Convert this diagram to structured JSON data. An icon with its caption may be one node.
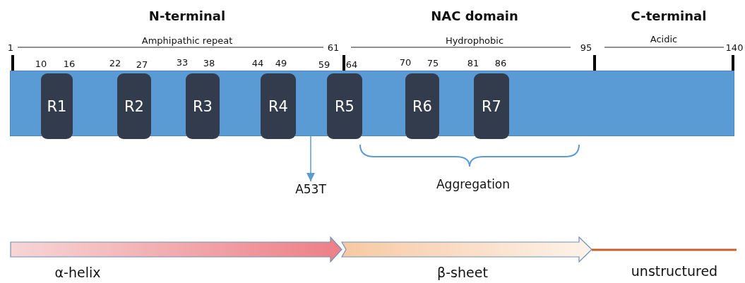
{
  "diagram": {
    "nodes": [
      {
        "text": [],
        "shape": "bar"
      },
      {
        "text": [
          "R1"
        ],
        "in": 0
      },
      {
        "text": [
          "R2"
        ],
        "in": 0
      },
      {
        "text": [
          "R3"
        ],
        "in": 0
      },
      {
        "text": [
          "R4"
        ],
        "in": 0
      },
      {
        "text": [
          "R5"
        ],
        "in": 0
      },
      {
        "text": [
          "R6"
        ],
        "in": 0
      },
      {
        "text": [
          "R7"
        ],
        "in": 0
      },
      {
        "text": [
          "A53T"
        ]
      }
    ],
    "edges": [
      {
        "from": 0,
        "to": 8,
        "arrow": "to"
      }
    ],
    "labels": [
      "N-terminal",
      "NAC domain",
      "C-terminal",
      "Amphipathic repeat",
      "Hydrophobic",
      "Acidic",
      "1",
      "61",
      "95",
      "140",
      "10",
      "16",
      "22",
      "27",
      "33",
      "38",
      "44",
      "49",
      "59",
      "64",
      "70",
      "75",
      "81",
      "86",
      "Aggregation",
      "α-helix",
      "β-sheet",
      "unstructured"
    ]
  }
}
